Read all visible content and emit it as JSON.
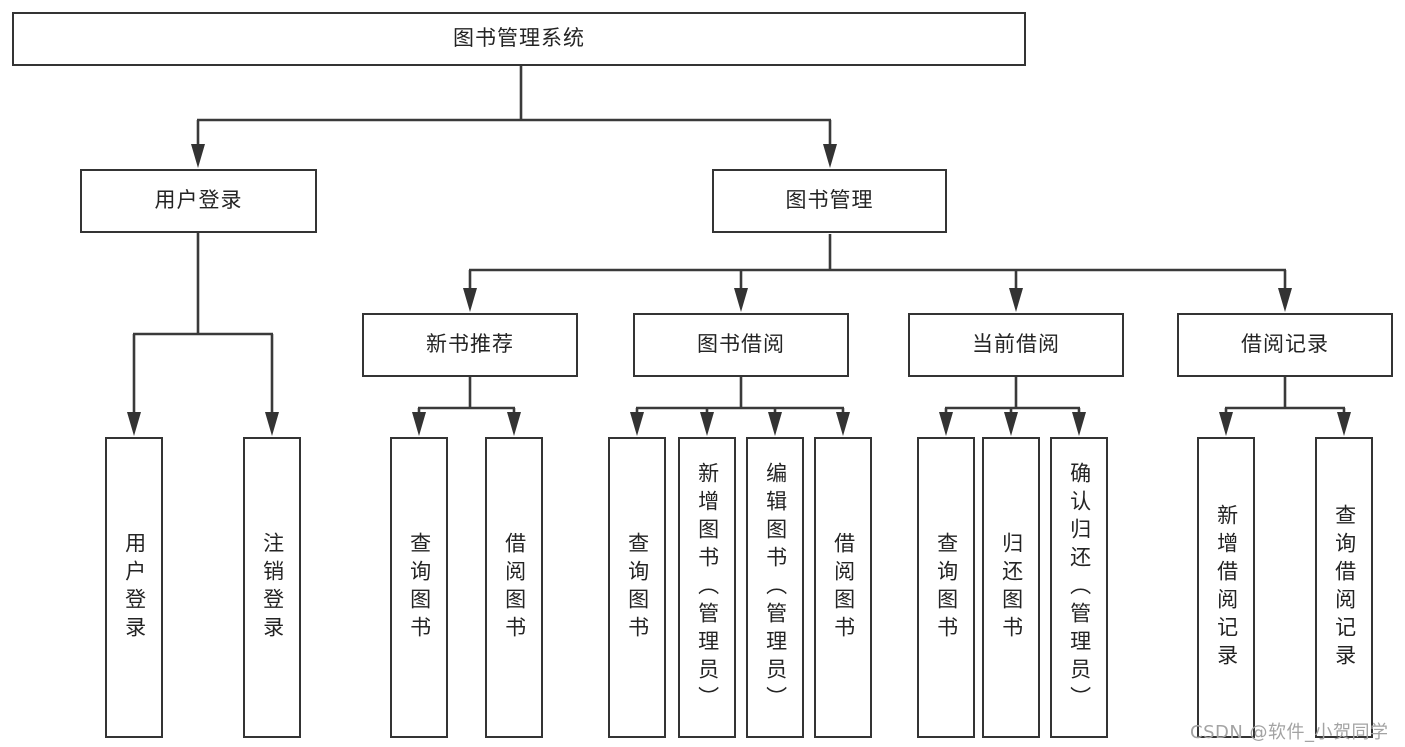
{
  "diagram": {
    "root": "图书管理系统",
    "level2": {
      "user_login": "用户登录",
      "book_management": "图书管理"
    },
    "level3": {
      "new_book_recommend": "新书推荐",
      "book_borrow": "图书借阅",
      "current_borrow": "当前借阅",
      "borrow_records": "借阅记录"
    },
    "leaves": {
      "user_login": "用户登录",
      "logout": "注销登录",
      "nbr_query_books": "查询图书",
      "nbr_borrow_books": "借阅图书",
      "bb_query_books": "查询图书",
      "bb_add_books_admin": "新增图书（管理员）",
      "bb_edit_books_admin": "编辑图书（管理员）",
      "bb_borrow_books": "借阅图书",
      "cb_query_books": "查询图书",
      "cb_return_books": "归还图书",
      "cb_confirm_return_admin": "确认归还（管理员）",
      "br_add_record": "新增借阅记录",
      "br_query_record": "查询借阅记录"
    },
    "watermark": "CSDN @软件_小贺同学",
    "colors": {
      "line": "#3a3a3a",
      "box_border": "#343434",
      "text": "#242424",
      "watermark": "#a3a3a3",
      "background": "#ffffff"
    }
  }
}
